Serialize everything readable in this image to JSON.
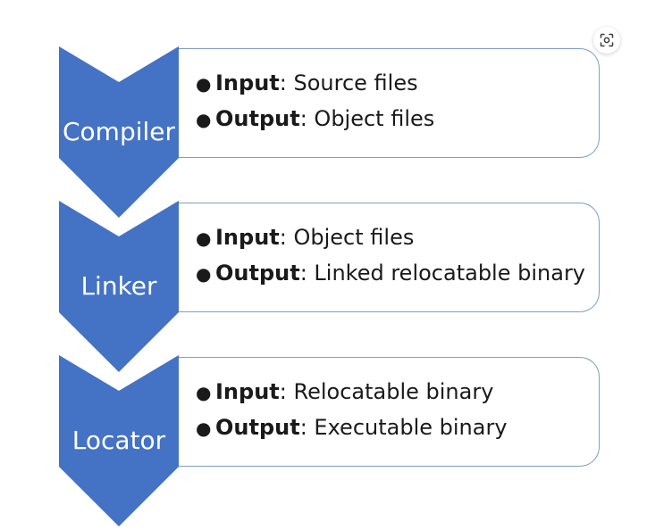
{
  "colors": {
    "chevron": "#4472c4",
    "box_border": "#7f9ec7",
    "text": "#1a1a1a",
    "label_text": "#ffffff"
  },
  "icons": {
    "scan": "lens-scan-icon"
  },
  "stages": [
    {
      "label": "Compiler",
      "bullets": [
        {
          "key": "Input",
          "sep": ": ",
          "value": "Source files"
        },
        {
          "key": "Output",
          "sep": ": ",
          "value": "Object files"
        }
      ]
    },
    {
      "label": "Linker",
      "bullets": [
        {
          "key": "Input",
          "sep": ": ",
          "value": "Object files"
        },
        {
          "key": "Output",
          "sep": ": ",
          "value": "Linked relocatable binary"
        }
      ]
    },
    {
      "label": "Locator",
      "bullets": [
        {
          "key": "Input",
          "sep": ": ",
          "value": "Relocatable binary"
        },
        {
          "key": "Output",
          "sep": ": ",
          "value": "Executable binary"
        }
      ]
    }
  ]
}
